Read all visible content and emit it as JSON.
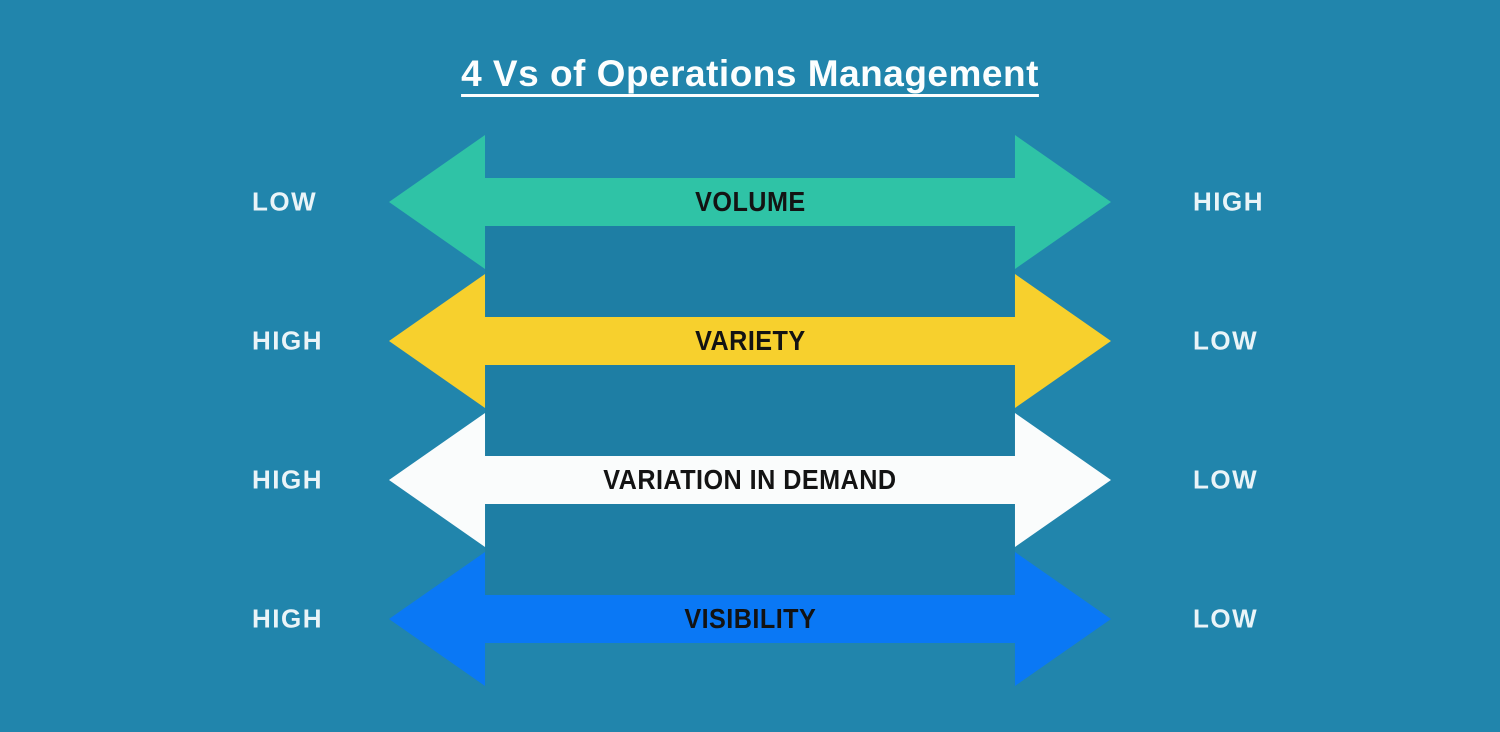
{
  "title": "4 Vs of Operations Management",
  "colors": {
    "background": "#2185AC",
    "gap_rectangle": "#1E7EA4",
    "title_text": "#FCFEFE",
    "scale_label_text": "#EAF4F8",
    "arrow_label_text": "#131313"
  },
  "rows": [
    {
      "name": "volume",
      "label": "VOLUME",
      "left_scale": "LOW",
      "right_scale": "HIGH",
      "arrow_color": "#2FC3A6"
    },
    {
      "name": "variety",
      "label": "VARIETY",
      "left_scale": "HIGH",
      "right_scale": "LOW",
      "arrow_color": "#F7D02D"
    },
    {
      "name": "variation-in-demand",
      "label": "VARIATION IN DEMAND",
      "left_scale": "HIGH",
      "right_scale": "LOW",
      "arrow_color": "#FAFCFC"
    },
    {
      "name": "visibility",
      "label": "VISIBILITY",
      "left_scale": "HIGH",
      "right_scale": "LOW",
      "arrow_color": "#0A78F5"
    }
  ]
}
